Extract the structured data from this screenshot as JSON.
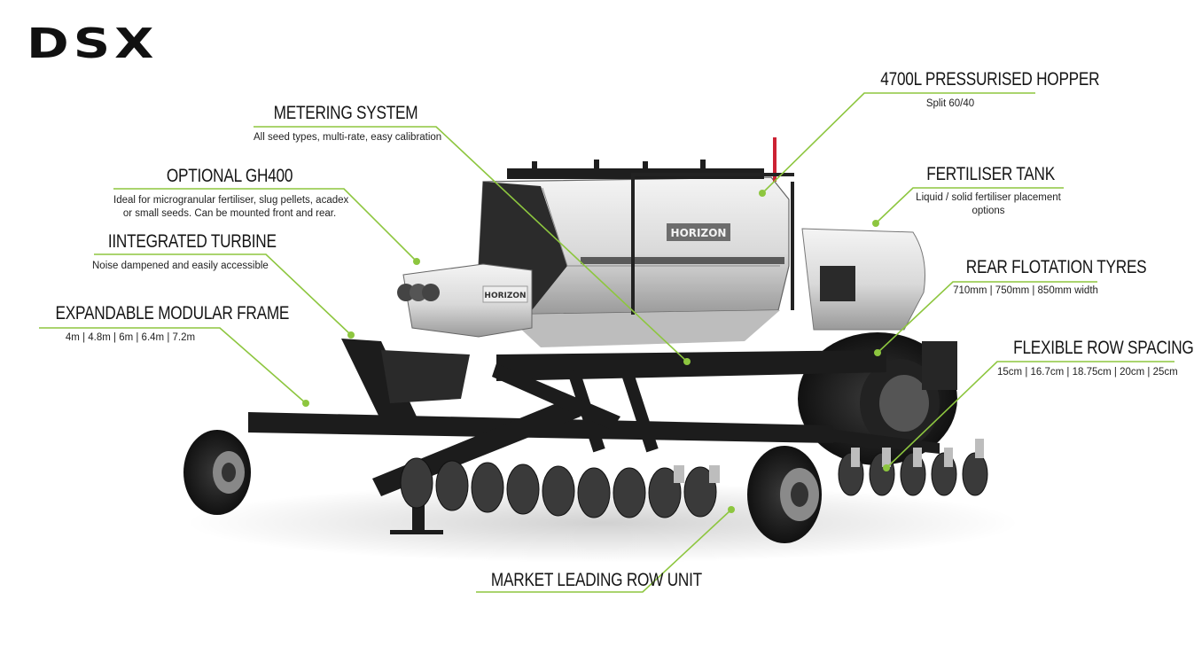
{
  "brand": {
    "logo_text": "DSX",
    "accent": "#8dc63f"
  },
  "machine": {
    "hopper_badge": "HORIZON",
    "turbine_badge": "HORIZON"
  },
  "callouts": {
    "hopper": {
      "title": "4700L PRESSURISED HOPPER",
      "desc": "Split 60/40"
    },
    "metering": {
      "title": "METERING SYSTEM",
      "desc": "All seed types, multi-rate, easy calibration"
    },
    "gh400": {
      "title": "OPTIONAL GH400",
      "desc1": "Ideal for microgranular fertiliser, slug pellets, acadex",
      "desc2": "or small seeds. Can be mounted front and rear."
    },
    "turbine": {
      "title": "IINTEGRATED TURBINE",
      "desc": "Noise dampened and easily accessible"
    },
    "frame": {
      "title": "EXPANDABLE MODULAR FRAME",
      "desc": "4m | 4.8m | 6m | 6.4m | 7.2m"
    },
    "fertiliser": {
      "title": "FERTILISER TANK",
      "desc1": "Liquid / solid fertiliser placement",
      "desc2": "options"
    },
    "tyres": {
      "title": "REAR FLOTATION TYRES",
      "desc": "710mm | 750mm | 850mm width"
    },
    "spacing": {
      "title": "FLEXIBLE ROW SPACING",
      "desc": "15cm | 16.7cm | 18.75cm | 20cm | 25cm"
    },
    "rowunit": {
      "title": "MARKET LEADING ROW UNIT"
    }
  }
}
